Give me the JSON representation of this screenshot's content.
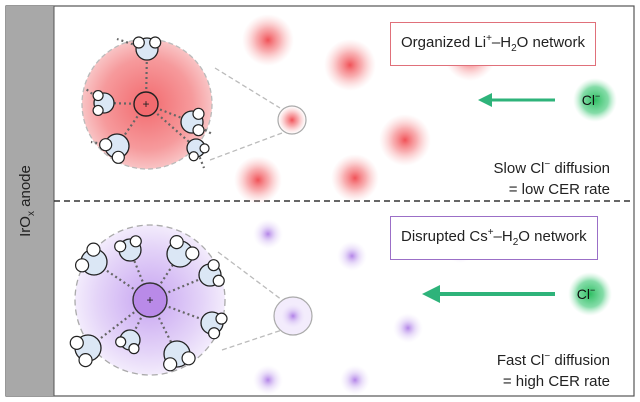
{
  "anode": {
    "label_main": "IrO",
    "label_sub": "x",
    "label_rest": " anode"
  },
  "top_panel": {
    "network_label_pre": "Organized Li",
    "network_label_sup": "+",
    "network_label_mid": "–H",
    "network_label_sub": "2",
    "network_label_post": "O network",
    "diffusion_pre": "Slow Cl",
    "diffusion_sup": "−",
    "diffusion_post": " diffusion",
    "rate_text": "= low CER rate",
    "cation_symbol": "+",
    "anion_symbol": "Cl",
    "anion_sup": "−"
  },
  "bottom_panel": {
    "network_label_pre": "Disrupted Cs",
    "network_label_sup": "+",
    "network_label_mid": "–H",
    "network_label_sub": "2",
    "network_label_post": "O network",
    "diffusion_pre": "Fast Cl",
    "diffusion_sup": "−",
    "diffusion_post": " diffusion",
    "rate_text": "= high CER rate",
    "cation_symbol": "+",
    "anion_symbol": "Cl",
    "anion_sup": "−"
  },
  "colors": {
    "li_red": "#f0494f",
    "cs_purple": "#9a5ce0",
    "anion_green": "#2fbf63",
    "arrow_green": "#2eb37a",
    "anode_gray": "#a8a8a8",
    "water_blue": "#dbe7f5"
  },
  "icons": {
    "arrow_top": "left-arrow-icon",
    "arrow_bottom": "left-arrow-icon"
  }
}
